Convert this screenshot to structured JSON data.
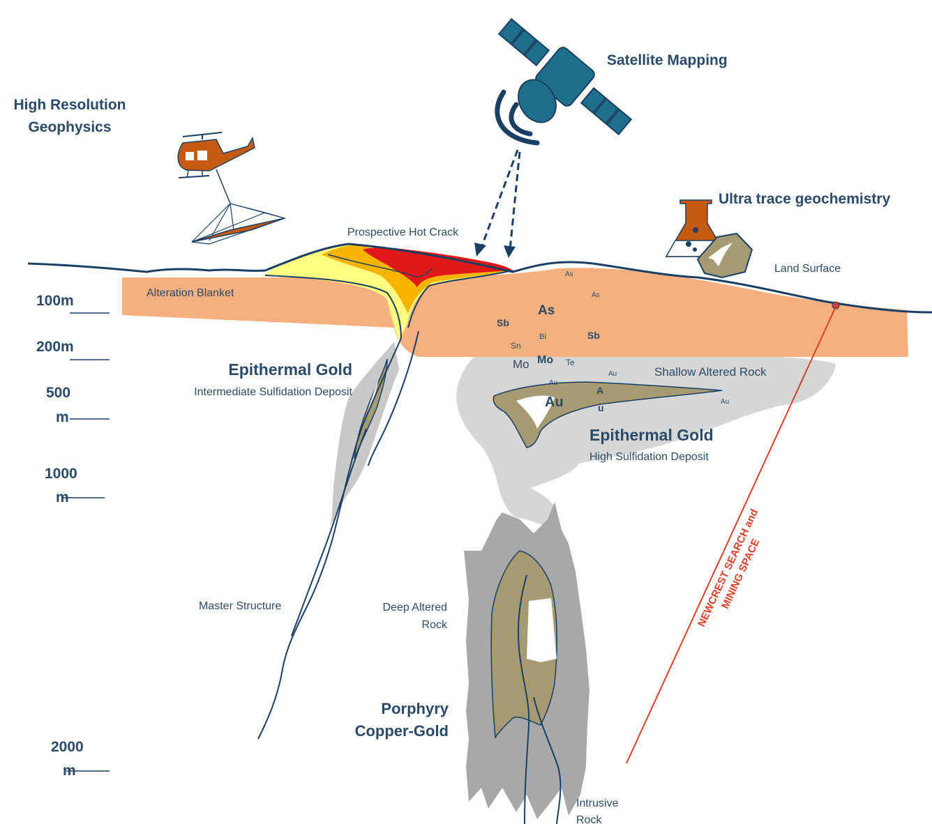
{
  "headings": {
    "satellite": "Satellite Mapping",
    "geophysics_line1": "High Resolution",
    "geophysics_line2": "Geophysics",
    "geochem": "Ultra trace geochemistry"
  },
  "depth_labels": {
    "d100": "100m",
    "d200": "200m",
    "d500_a": "500",
    "d500_b": "m",
    "d1000_a": "1000",
    "d1000_b": "m",
    "d2000_a": "2000",
    "d2000_b": "m"
  },
  "labels": {
    "hot_crack": "Prospective Hot Crack",
    "alteration_blanket": "Alteration Blanket",
    "land_surface": "Land Surface",
    "shallow_altered": "Shallow Altered Rock",
    "master_structure": "Master Structure",
    "deep_altered_1": "Deep Altered",
    "deep_altered_2": "Rock",
    "intrusive_1": "Intrusive",
    "intrusive_2": "Rock"
  },
  "deposits": {
    "epi_inter_title": "Epithermal Gold",
    "epi_inter_sub": "Intermediate Sulfidation Deposit",
    "epi_high_title": "Epithermal Gold",
    "epi_high_sub": "High Sulfidation Deposit",
    "porphyry_1": "Porphyry",
    "porphyry_2": "Copper-Gold"
  },
  "elements": {
    "as_small_1": "As",
    "as_small_2": "As",
    "as_big": "As",
    "sb_1": "Sb",
    "sb_2": "Sb",
    "bi": "Bi",
    "sn": "Sn",
    "mo_1": "Mo",
    "mo_2": "Mo",
    "te": "Te",
    "au_1": "Au",
    "au_2": "Au",
    "au_3": "Au",
    "au_big": "Au",
    "au_split_a": "A",
    "au_split_b": "u"
  },
  "search_space": {
    "line1": "NEWCREST SEARCH  and",
    "line2": "MINING SPACE"
  },
  "colors": {
    "navy": "#1a3f63",
    "text": "#2d4a63",
    "heading": "#2a4a66",
    "blanket": "#f6b080",
    "light_grey": "#d4d4d4",
    "dark_grey": "#a6a6a6",
    "ore": "#a59a72",
    "yellow": "#ffff80",
    "orange": "#f5b400",
    "red": "#e01818",
    "satellite": "#1f6f8b",
    "equipment": "#c55a11",
    "search_line": "#d9402a"
  }
}
